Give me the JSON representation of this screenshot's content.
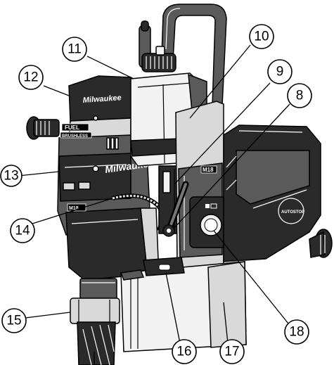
{
  "figure": {
    "labels": {
      "brand_top": "Milwaukee",
      "brand_side": "Milwaukee",
      "fuel": "FUEL",
      "brushless": "BRUSHLESS",
      "m18": "M18",
      "autostop": "AUTOSTOP",
      "plate": "M18"
    },
    "callouts": [
      "8",
      "9",
      "10",
      "11",
      "12",
      "13",
      "14",
      "15",
      "16",
      "17",
      "18"
    ]
  }
}
